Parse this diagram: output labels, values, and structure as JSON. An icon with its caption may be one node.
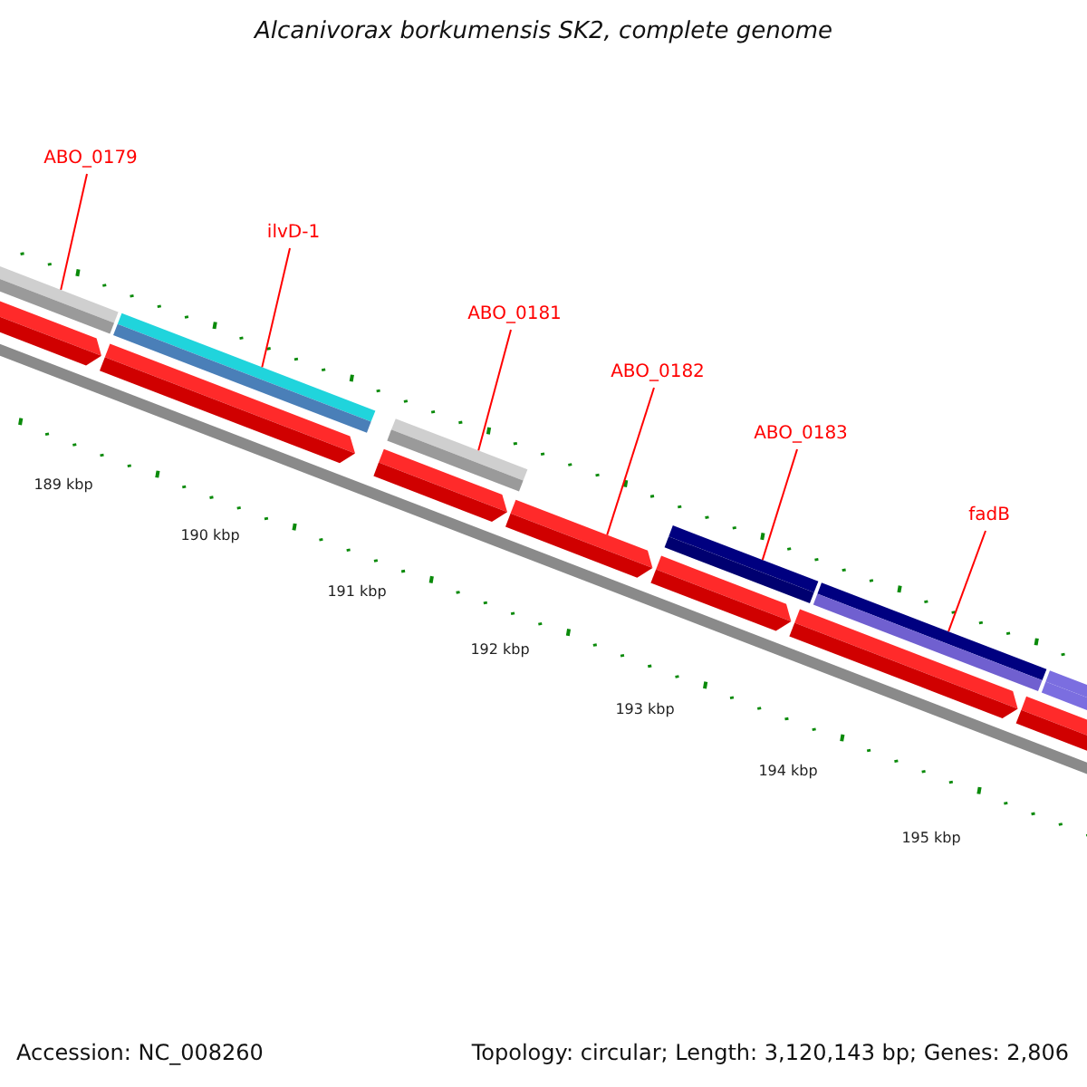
{
  "diagram": {
    "title": "Alcanivorax borkumensis SK2, complete genome",
    "nodes": [
      {
        "text": [
          "ABO_0179"
        ]
      },
      {
        "text": [
          "ilvD-1"
        ]
      },
      {
        "text": [
          "ABO_0181"
        ]
      },
      {
        "text": [
          "ABO_0182"
        ]
      },
      {
        "text": [
          "ABO_0183"
        ]
      },
      {
        "text": [
          "fadB"
        ]
      },
      {
        "text": [],
        "shape": "bar"
      },
      {
        "text": [],
        "shape": "bar"
      },
      {
        "text": [],
        "shape": "bar"
      },
      {
        "text": [],
        "shape": "bar"
      },
      {
        "text": [],
        "shape": "bar"
      },
      {
        "text": [],
        "shape": "bar"
      },
      {
        "text": [],
        "shape": "arrow"
      },
      {
        "text": [],
        "shape": "arrow"
      },
      {
        "text": [],
        "shape": "arrow"
      },
      {
        "text": [],
        "shape": "arrow"
      },
      {
        "text": [],
        "shape": "arrow"
      },
      {
        "text": [],
        "shape": "arrow"
      },
      {
        "text": [],
        "shape": "arrow"
      }
    ],
    "edges": [
      {
        "from": 0,
        "to": 6,
        "arrow": "none"
      },
      {
        "from": 1,
        "to": 7,
        "arrow": "none"
      },
      {
        "from": 2,
        "to": 8,
        "arrow": "none"
      },
      {
        "from": 3,
        "to": 15,
        "arrow": "none"
      },
      {
        "from": 4,
        "to": 9,
        "arrow": "none"
      },
      {
        "from": 5,
        "to": 10,
        "arrow": "none"
      }
    ],
    "labels": [
      "189 kbp",
      "190 kbp",
      "191 kbp",
      "192 kbp",
      "193 kbp",
      "194 kbp",
      "195 kbp",
      "Accession: NC_008260",
      "Topology: circular; Length: 3,120,143 bp; Genes: 2,806"
    ]
  }
}
